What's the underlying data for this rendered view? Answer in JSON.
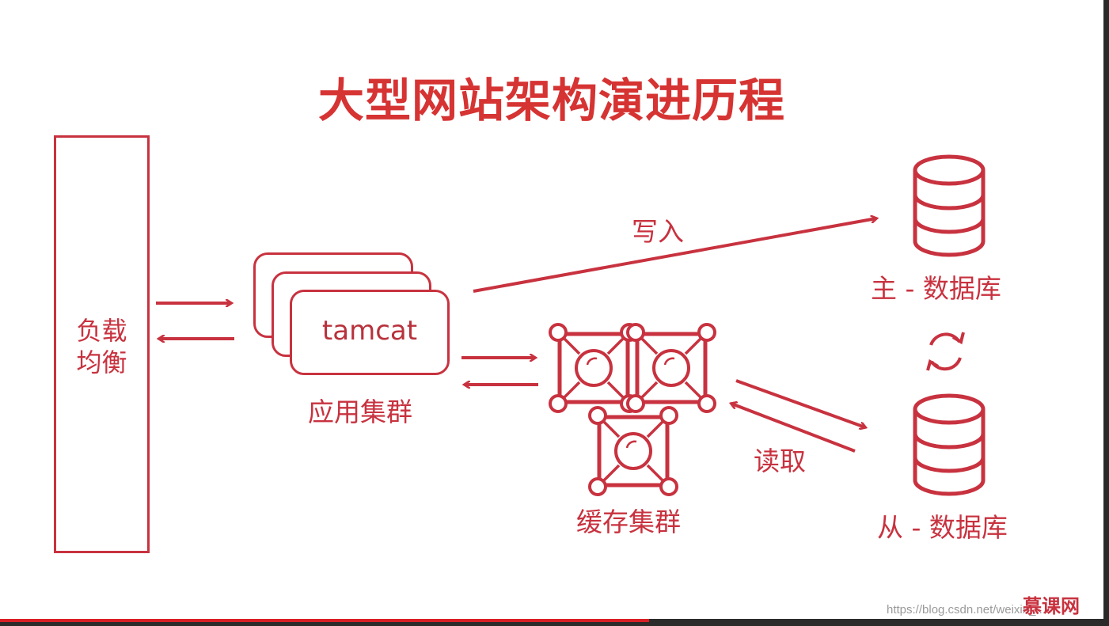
{
  "title": "大型网站架构演进历程",
  "load_balancer": {
    "label_line1": "负载",
    "label_line2": "均衡"
  },
  "app_cluster": {
    "card_text": "tamcat",
    "label": "应用集群"
  },
  "cache_cluster": {
    "label": "缓存集群"
  },
  "master_db": {
    "label": "主 - 数据库"
  },
  "slave_db": {
    "label": "从 - 数据库"
  },
  "edges": {
    "write_label": "写入",
    "read_label": "读取"
  },
  "watermark": "https://blog.csdn.net/weixin_...",
  "brand": "慕课网",
  "video_progress": 0.585,
  "colors": {
    "accent": "#c8323f",
    "title": "#d63333",
    "progress": "#d91f26"
  }
}
